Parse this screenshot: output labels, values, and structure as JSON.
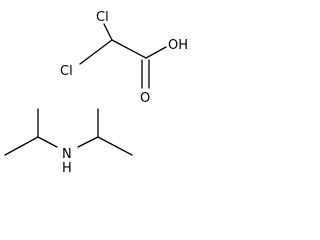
{
  "molecules": [
    {
      "atoms": {
        "cl_top": "Cl",
        "cl_left": "Cl",
        "oh": "OH",
        "o": "O"
      }
    },
    {
      "atoms": {
        "nh": "N\nH"
      }
    }
  ],
  "colors": {
    "bond": "#000000",
    "background": "#ffffff"
  }
}
